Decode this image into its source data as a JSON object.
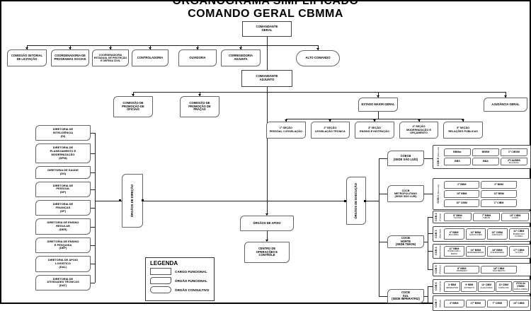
{
  "title": {
    "line1": "ORGANOGRAMA SIMPLIFICADO",
    "line2": "COMANDO GERAL CBMMA"
  },
  "comandante_geral": "COMANDANTE\nGERAL",
  "comandante_adjunto": "COMANDANTE\nADJUNTO",
  "top_row": [
    "COMISSÃO SETORIAL\nDE LICITAÇÃO",
    "COORDENADORIA DE\nPROGRAMAS SOCIAIS",
    "COORDENADORIA\nESTADUAL DE PROTEÇÃO\nE DEFESA CIVIL",
    "CONTROLADORIA",
    "OUVIDORIA",
    "CORREGEDORIA\nADJUNTA",
    "ALTO COMANDO"
  ],
  "comissoes": [
    "COMISSÃO DE\nPROMOÇÃO DE\nOFICIAIS",
    "COMISSÃO DE\nPROMOÇÃO DE\nPRAÇAS"
  ],
  "estado_maior": "ESTADO MAIOR GERAL",
  "ajudancia": "AJUDÂNCIA GERAL",
  "secoes": [
    "1ª SEÇÃO\nPESSOAL / LEGISLAÇÃO",
    "2ª SEÇÃO\nLEGISLAÇÃO TÉCNICA",
    "3ª SEÇÃO\nENSINO E INSTRUÇÃO",
    "4ª SEÇÃO\nMODERNIZAÇÃO E\nORÇAMENTO",
    "5ª SEÇÃO\nRELAÇÕES PÚBLICAS"
  ],
  "diretorias": [
    "DIRETORIA DE\nINTELIGÊNCIA\n(DI)",
    "DIRETORIA DE\nPLANEJAMENTO E\nMODERNIZAÇÃO\n(DPM)",
    "DIRETORIA DE SAÚDE\n(DS)",
    "DIRETORIA DE\nPESSOAL\n(DP)",
    "DIRETORIA DE\nFINANÇAS\n(DF)",
    "DIRETORIA DE ENSINO\nREGULAR\n(DER)",
    "DIRETORIA DE ENSINO\nE PESQUISA\n(DEP)",
    "DIRETORIA DE APOIO\nLOGÍSTICO\n(DAL)",
    "DIRETORIA DE\nATIVIDADES TÉCNICAS\n(DAT)"
  ],
  "orgaos_direcao": "ÓRGÃOS DE DIREÇÃO",
  "orgaos_execucao": "ÓRGÃOS DE EXECUÇÃO",
  "orgaos_apoio": "ÓRGÃOS DE APOIO",
  "centro_operacoes": "CENTRO DE\nOPERAÇÕES E\nCONTRÔLE",
  "cocbs": [
    "COECB\n(SEDE SÃO LUÍS)",
    "COCB\nMETROPOLITANO\n(SEDE SÃO LUÍS)",
    "COCB\nNORTE\n(SEDE TIMON)",
    "COCB\nSUL\n(SEDE IMPERATRIZ)"
  ],
  "groups": [
    {
      "label": "COB E",
      "sub": "(São Luís)",
      "units": [
        {
          "name": "BBMar"
        },
        {
          "name": "BBEM"
        },
        {
          "name": "1ª CIBSM"
        },
        {
          "name": "BBS"
        },
        {
          "name": "BBA"
        },
        {
          "name": "2ªCIA/BBS",
          "city": "Escolinha"
        }
      ]
    },
    {
      "label": "COB 1",
      "sub": "(São Luís)",
      "units": [
        {
          "name": "1º BBM"
        },
        {
          "name": "2º BBM"
        },
        {
          "name": "19º BBM"
        },
        {
          "name": "13º BBM"
        },
        {
          "name": "10º CIBM"
        },
        {
          "name": "1º CIBM"
        }
      ]
    },
    {
      "label": "COB 2",
      "sub": "(Caxias)",
      "units": [
        {
          "name": "5º BBM",
          "city": "CAXIAS"
        },
        {
          "name": "7º BBM",
          "city": "TIMON"
        },
        {
          "name": "15º CIBM",
          "city": "CODÓ"
        }
      ]
    },
    {
      "label": "COB 3",
      "sub": "(Bacabal)",
      "units": [
        {
          "name": "6º BBM",
          "city": "BACABAL"
        },
        {
          "name": "10º BBM",
          "city": "SANTA INÊS"
        },
        {
          "name": "16º CIBM",
          "city": "COROATÁ"
        },
        {
          "name": "11º CIBM",
          "city": "BARRA DO CORDA"
        }
      ]
    },
    {
      "label": "COB 4",
      "sub": "(Barreirinhas)",
      "units": [
        {
          "name": "11º BBM",
          "city": "ITAPECURU-MIRIM"
        },
        {
          "name": "14º BBM",
          "city": "BARREIRINHAS"
        },
        {
          "name": "18º BBM",
          "city": "CHAPADINHA"
        },
        {
          "name": "17º CIBM",
          "city": "TUTÓIA"
        }
      ]
    },
    {
      "label": "COB 5",
      "sub": "(Pinheiro)",
      "units": [
        {
          "name": "8º BBM",
          "city": "PINHEIRO"
        },
        {
          "name": "18º CIBM",
          "city": "SÃO BENTO"
        }
      ]
    },
    {
      "label": "COB 6",
      "sub": "(Imperatriz)",
      "units": [
        {
          "name": "3º BBM",
          "city": "IMPERATRIZ"
        },
        {
          "name": "9º BBM",
          "city": "ESTREITO"
        },
        {
          "name": "12º CIBM",
          "city": "AÇAILÂNDIA"
        },
        {
          "name": "13º CIBM",
          "city": "CAROLINA"
        },
        {
          "name": "2ªCIA do 3ºBBM",
          "city": "JOÃO LISBOA"
        }
      ]
    },
    {
      "label": "COB 7",
      "sub": "(Balsas)",
      "units": [
        {
          "name": "4º BBM"
        },
        {
          "name": "17º BBM"
        },
        {
          "name": "7º CIBM"
        },
        {
          "name": "10º CIBM"
        }
      ]
    }
  ],
  "legend": {
    "title": "LEGENDA",
    "items": [
      {
        "shape": "rect",
        "label": "CARGO FUNCIONAL"
      },
      {
        "shape": "rounded",
        "label": "ÓRGÃO FUNCIONAL"
      },
      {
        "shape": "stadium",
        "label": "ÓRGÃO CONSULTIVO"
      }
    ]
  }
}
